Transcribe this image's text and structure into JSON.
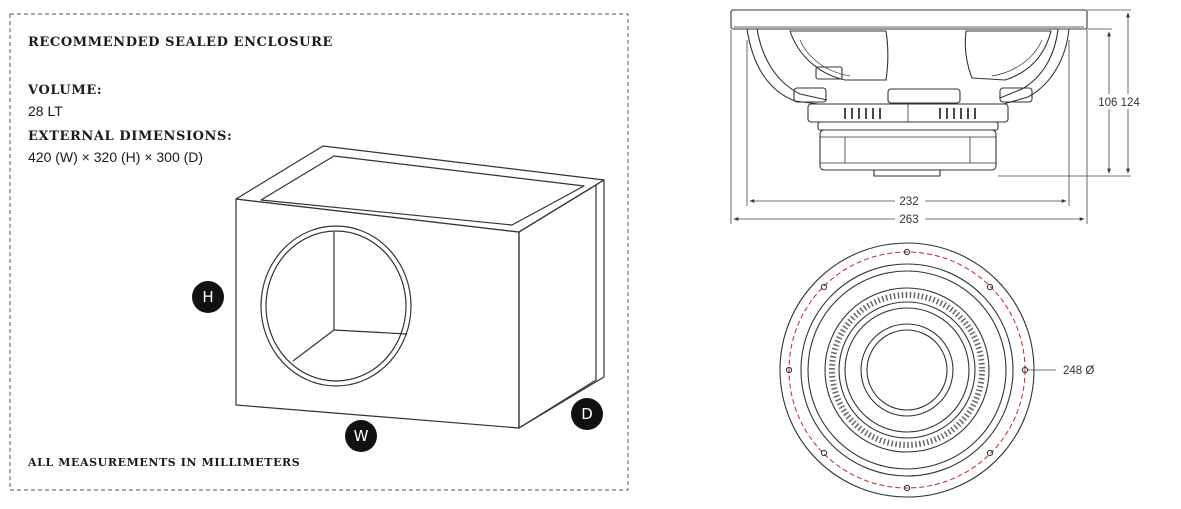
{
  "enclosure": {
    "title": "Recommended Sealed Enclosure",
    "volume_label": "Volume:",
    "volume_value": "28 LT",
    "dimensions_label": "External Dimensions:",
    "dimensions_value": "420 (W) × 320 (H) × 300 (D)",
    "footnote": "All measurements in millimeters",
    "badges": {
      "height": "H",
      "width": "W",
      "depth": "D"
    }
  },
  "side_view": {
    "dimensions": {
      "inner_width": "232",
      "outer_width": "263",
      "heights": "106 124"
    }
  },
  "front_view": {
    "diameter": "248 Ø",
    "colors": {
      "mounting_circle": "#cc2222"
    }
  }
}
